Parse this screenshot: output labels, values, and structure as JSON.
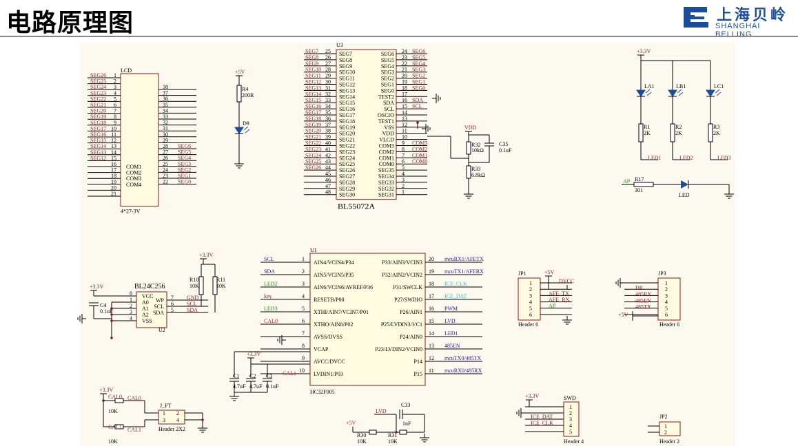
{
  "header": {
    "title": "电路原理图",
    "logo_cn": "上海贝岭",
    "logo_en": "SHANGHAI BELLING",
    "brand_color": "#1a4e9c"
  },
  "colors": {
    "wire": "#000000",
    "label": "#8b1a1a",
    "net_blue": "#1a1aa0",
    "net_green": "#11a011",
    "net_red": "#cc2222",
    "net_cyan": "#22c8c8",
    "sheet": "#fdf9ef"
  },
  "lcd": {
    "ref": "LCD",
    "part": "4*27-3V",
    "left_nets": [
      "SEG26",
      "SEG25",
      "SEG24",
      "SEG23",
      "SEG22",
      "SEG21",
      "SEG20",
      "SEG19",
      "SEG18",
      "SEG17",
      "SEG16",
      "SEG15",
      "SEG14",
      "SEG13",
      "SEG12"
    ],
    "left_pins": [
      "1",
      "2",
      "3",
      "4",
      "5",
      "6",
      "7",
      "8",
      "9",
      "10",
      "11",
      "12",
      "13",
      "14",
      "15",
      "16",
      "17",
      "18",
      "19",
      "20",
      "21"
    ],
    "com_labels": [
      "COM1",
      "COM2",
      "COM3",
      "COM4"
    ],
    "right_pins": [
      "38",
      "37",
      "36",
      "35",
      "34",
      "33",
      "32",
      "31",
      "30",
      "29",
      "28",
      "27",
      "26",
      "25",
      "24",
      "23",
      "22"
    ],
    "right_nets": [
      "SEG6",
      "SEG5",
      "SEG4",
      "SEG3",
      "SEG2",
      "SEG1",
      "SEG0"
    ]
  },
  "d9": {
    "supply": "+5V",
    "res_ref": "R4",
    "res_val": "200R",
    "diode_ref": "D9"
  },
  "u3": {
    "ref": "U3",
    "part": "BL55072A",
    "left_nets": [
      "SEG7",
      "SEG8",
      "SEG9",
      "SEG10",
      "SEG11",
      "SEG12",
      "SEG13",
      "SEG14",
      "SEG15",
      "SEG16",
      "SEG17",
      "SEG18",
      "SEG19",
      "SEG20",
      "SEG21",
      "SEG22",
      "SEG23",
      "SEG24",
      "SEG25",
      "SEG26"
    ],
    "left_pins": [
      "25",
      "26",
      "27",
      "28",
      "29",
      "30",
      "31",
      "32",
      "33",
      "34",
      "35",
      "36",
      "37",
      "38",
      "39",
      "40",
      "41",
      "42",
      "43",
      "44",
      "45",
      "46",
      "47",
      "48"
    ],
    "left_inner": [
      "SEG7",
      "SEG8",
      "SEG9",
      "SEG10",
      "SEG11",
      "SEG12",
      "SEG13",
      "SEG14",
      "SEG15",
      "SEG16",
      "SEG17",
      "SEG18",
      "SEG19",
      "SEG20",
      "SEG21",
      "SEG22",
      "SEG23",
      "SEG24",
      "SEG25",
      "SEG26",
      "SEG27",
      "SEG28",
      "SEG29",
      "SEG30"
    ],
    "right_inner": [
      "SEG6",
      "SEG5",
      "SEG4",
      "SEG3",
      "SEG2",
      "SEG1",
      "SEG0",
      "TEST2",
      "SDA",
      "SCL",
      "OSCIO",
      "TEST1",
      "VSS",
      "VDD",
      "VLCD",
      "COM3",
      "COM2",
      "COM1",
      "COM0",
      "SEG35",
      "SEG34",
      "SEG33",
      "SEG32",
      "SEG31"
    ],
    "right_pins": [
      "24",
      "23",
      "22",
      "21",
      "20",
      "19",
      "18",
      "17",
      "16",
      "15",
      "14",
      "13",
      "12",
      "11",
      "10",
      "9",
      "8",
      "7",
      "6",
      "5",
      "4",
      "3",
      "2",
      "1"
    ],
    "right_nets": [
      "SEG6",
      "SEG5",
      "SEG4",
      "SEG3",
      "SEG2",
      "SEG1",
      "SEG0",
      "",
      "SDA",
      "SCL",
      "",
      "",
      "",
      "",
      "",
      "COM3",
      "COM2",
      "COM1",
      "COM0"
    ]
  },
  "vlcd": {
    "supply": "VDD",
    "r32": "R32",
    "r32_val": "10kΩ",
    "r33": "R33",
    "r33_val": "6.8kΩ",
    "c35": "C35",
    "c35_val": "0.1uF"
  },
  "leds_top": {
    "supply": "+3.3V",
    "leds": [
      {
        "ref": "LA1",
        "res": "R1",
        "val": "2K",
        "net": "LED1"
      },
      {
        "ref": "LB1",
        "res": "R2",
        "val": "2K",
        "net": "LED2"
      },
      {
        "ref": "LC1",
        "res": "R3",
        "val": "2K",
        "net": "LED3"
      }
    ]
  },
  "ap_led": {
    "net": "AP",
    "res": "R17",
    "val": "301",
    "led": "LED"
  },
  "u1": {
    "ref": "U1",
    "part": "HC32F005",
    "left_inner": [
      "AIN4/VCIN4/P34",
      "AIN5/VCIN5/P35",
      "AIN6/VCIN6/AVREF/P36",
      "RESETB/P00",
      "XTHI/AIN7/VCIN7/P01",
      "XTHO/AIN8/P02",
      "AVSS/DVSS",
      "VCAP",
      "AVCC/DVCC",
      "LVDIN1/P03"
    ],
    "left_pins": [
      "1",
      "2",
      "3",
      "4",
      "5",
      "6",
      "7",
      "8",
      "9",
      "10"
    ],
    "left_nets": [
      "SCL",
      "SDA",
      "LED2",
      "key",
      "LED3",
      "CAL0"
    ],
    "right_inner": [
      "P33/AIN3/VCIN3",
      "P32/AIN2/VCIN2",
      "P31/SWCLK",
      "P27/SWDIO",
      "P26/AIN1",
      "P25/LVDIN3/VC1",
      "P24/AIN0",
      "P23/LVDIN2/VCIN0",
      "P14",
      "P15"
    ],
    "right_pins": [
      "20",
      "19",
      "18",
      "17",
      "16",
      "15",
      "14",
      "13",
      "12",
      "11"
    ],
    "right_nets": [
      "mcuRX1/AFETX",
      "mcuTX1/AFERX",
      "ICE_CLK",
      "ICE_DAT",
      "PWM",
      "LVD",
      "LED1",
      "485EN",
      "mcuTX0/485TX",
      "mcuRX0/485RX"
    ],
    "supply": "+3.3V",
    "cal1": "CAL1",
    "caps": [
      {
        "ref": "C1",
        "val": "4.7uF"
      },
      {
        "ref": "C2",
        "val": "4.7uF"
      },
      {
        "ref": "C3",
        "val": "0.1uF"
      }
    ]
  },
  "eeprom": {
    "ref": "U2",
    "part": "BL24C256",
    "supply": "+3.3V",
    "cap": "C4",
    "cap_val": "0.1uF",
    "left_inner": [
      "VCC",
      "A0",
      "A1",
      "A2",
      "VSS"
    ],
    "left_pins": [
      "8",
      "1",
      "2",
      "3",
      "4"
    ],
    "right_inner": [
      "WP",
      "SCL",
      "SDA"
    ],
    "right_pins": [
      "7",
      "6",
      "5"
    ],
    "right_nets": [
      "GND",
      "SCL",
      "SDA"
    ],
    "pullups": [
      {
        "ref": "R10",
        "val": "10K"
      },
      {
        "ref": "R11",
        "val": "10K"
      }
    ],
    "pull_supply": "+3.3V"
  },
  "jp1": {
    "ref": "JP1",
    "part": "Header 6",
    "pins": [
      "1",
      "2",
      "3",
      "4",
      "5",
      "6"
    ],
    "supply": "+5V",
    "nets": [
      "DVCC",
      "AFE_TX",
      "AFE_RX",
      "AP"
    ]
  },
  "jp3": {
    "ref": "JP3",
    "part": "Header 6",
    "pins": [
      "1",
      "2",
      "3",
      "4",
      "5",
      "6"
    ],
    "nets": [
      "DR",
      "485RX",
      "485EN",
      "485TX"
    ],
    "supply": "+5V"
  },
  "jft": {
    "ref": "J_FT",
    "part": "Header 2X2",
    "pins": [
      "1",
      "2",
      "3",
      "4"
    ],
    "supply": "+3.3V",
    "nets": [
      "CAL0",
      "CAL1",
      "CAL0",
      "CAL1"
    ],
    "res": [
      "10K",
      "10K"
    ]
  },
  "lvd": {
    "net": "LVD",
    "cap": "C33",
    "cap_val": "1nF",
    "supply": "+5V",
    "r30": "R30",
    "r30_val": "10K",
    "r31": "R31",
    "r31_val": "10K"
  },
  "swd": {
    "ref": "SWD",
    "part": "Header 4",
    "supply": "+3.3V",
    "pins": [
      "1",
      "2",
      "3",
      "4",
      "5"
    ],
    "nets": [
      "ICE_DAT",
      "ICE_CLK"
    ]
  },
  "jp2": {
    "ref": "JP2",
    "part": "Header 2",
    "pins": [
      "1",
      "2"
    ]
  }
}
